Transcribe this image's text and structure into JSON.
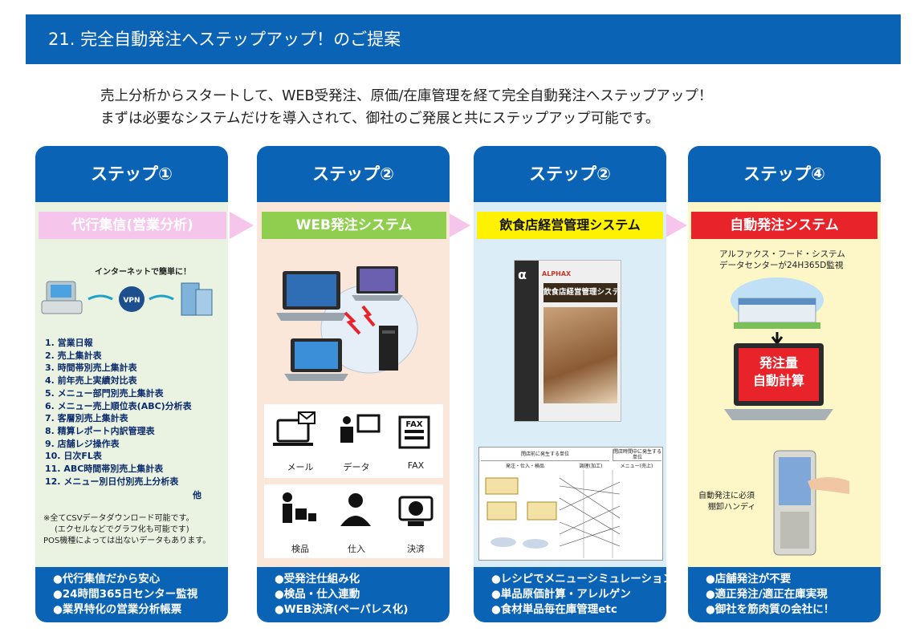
{
  "header": {
    "title": "21. 完全自動発注へステップアップ！のご提案"
  },
  "intro": {
    "line1": "売上分析からスタートして、WEB受発注、原価/在庫管理を経て完全自動発注へステップアップ！",
    "line2": "まずは必要なシステムだけを導入されて、御社のご発展と共にステップアップ可能です。"
  },
  "colors": {
    "banner": "#0b63b5",
    "pink": "#f6c5ec",
    "green": "#8fce4f",
    "yellow": "#fff200",
    "red": "#e8232a"
  },
  "steps": [
    {
      "title": "ステップ①",
      "subtitle": "代行集信(営業分析)",
      "diagram_label": "インターネットで簡単に！",
      "vpn_label": "VPN",
      "reports": [
        "1. 営業日報",
        "2. 売上集計表",
        "3. 時間帯別売上集計表",
        "4. 前年売上実績対比表",
        "5. メニュー部門別売上集計表",
        "6. メニュー売上順位表(ABC)分析表",
        "7. 客層別売上集計表",
        "8. 精算レポート内訳管理表",
        "9. 店舗レジ操作表",
        "10. 日次FL表",
        "11. ABC時間帯別売上集計表",
        "12. メニュー別日付別売上分析表"
      ],
      "reports_more": "他",
      "notes": [
        "※全てCSVデータダウンロード可能です。",
        "(エクセルなどでグラフ化も可能です)",
        "POS機種によっては出ないデータもあります。"
      ],
      "features": [
        "●代行集信だから安心",
        "●24時間365日センター監視",
        "●業界特化の営業分析帳票"
      ]
    },
    {
      "title": "ステップ②",
      "subtitle": "WEB発注システム",
      "icons": [
        {
          "label": "メール",
          "icon": "mail-laptop-icon"
        },
        {
          "label": "データ",
          "icon": "data-computer-icon"
        },
        {
          "label": "FAX",
          "icon": "fax-icon"
        },
        {
          "label": "検品",
          "icon": "inspection-icon"
        },
        {
          "label": "仕入",
          "icon": "purchase-icon"
        },
        {
          "label": "決済",
          "icon": "payment-icon"
        }
      ],
      "fax_text": "FAX",
      "features": [
        "●受発注仕組み化",
        "●検品・仕入連動",
        "●WEB決済(ペーパレス化)"
      ]
    },
    {
      "title": "ステップ②",
      "subtitle": "飲食店経営管理システム",
      "box_title": "飲食店経営管理システム",
      "box_brand": "ALPHAX",
      "chart_head_left": "閉店前に発生する単位",
      "chart_head_right": "閉店時間中に発生する単位",
      "chart_col1": "発注・仕入・検品",
      "chart_col2": "調理(加工)",
      "chart_col3": "メニュー(売上)",
      "features": [
        "●レシピでメニューシミュレーション",
        "●単品原価計算・アレルゲン",
        "●食材単品毎在庫管理etc"
      ]
    },
    {
      "title": "ステップ④",
      "subtitle": "自動発注システム",
      "datacenter_line1": "アルファクス・フード・システム",
      "datacenter_line2": "データセンターが24H365D監視",
      "screen_line1": "発注量",
      "screen_line2": "自動計算",
      "handy_line1": "自動発注に必須",
      "handy_line2": "棚卸ハンディ",
      "features": [
        "●店舗発注が不要",
        "●適正発注/適正在庫実現",
        "●御社を筋肉質の会社に！"
      ]
    }
  ]
}
